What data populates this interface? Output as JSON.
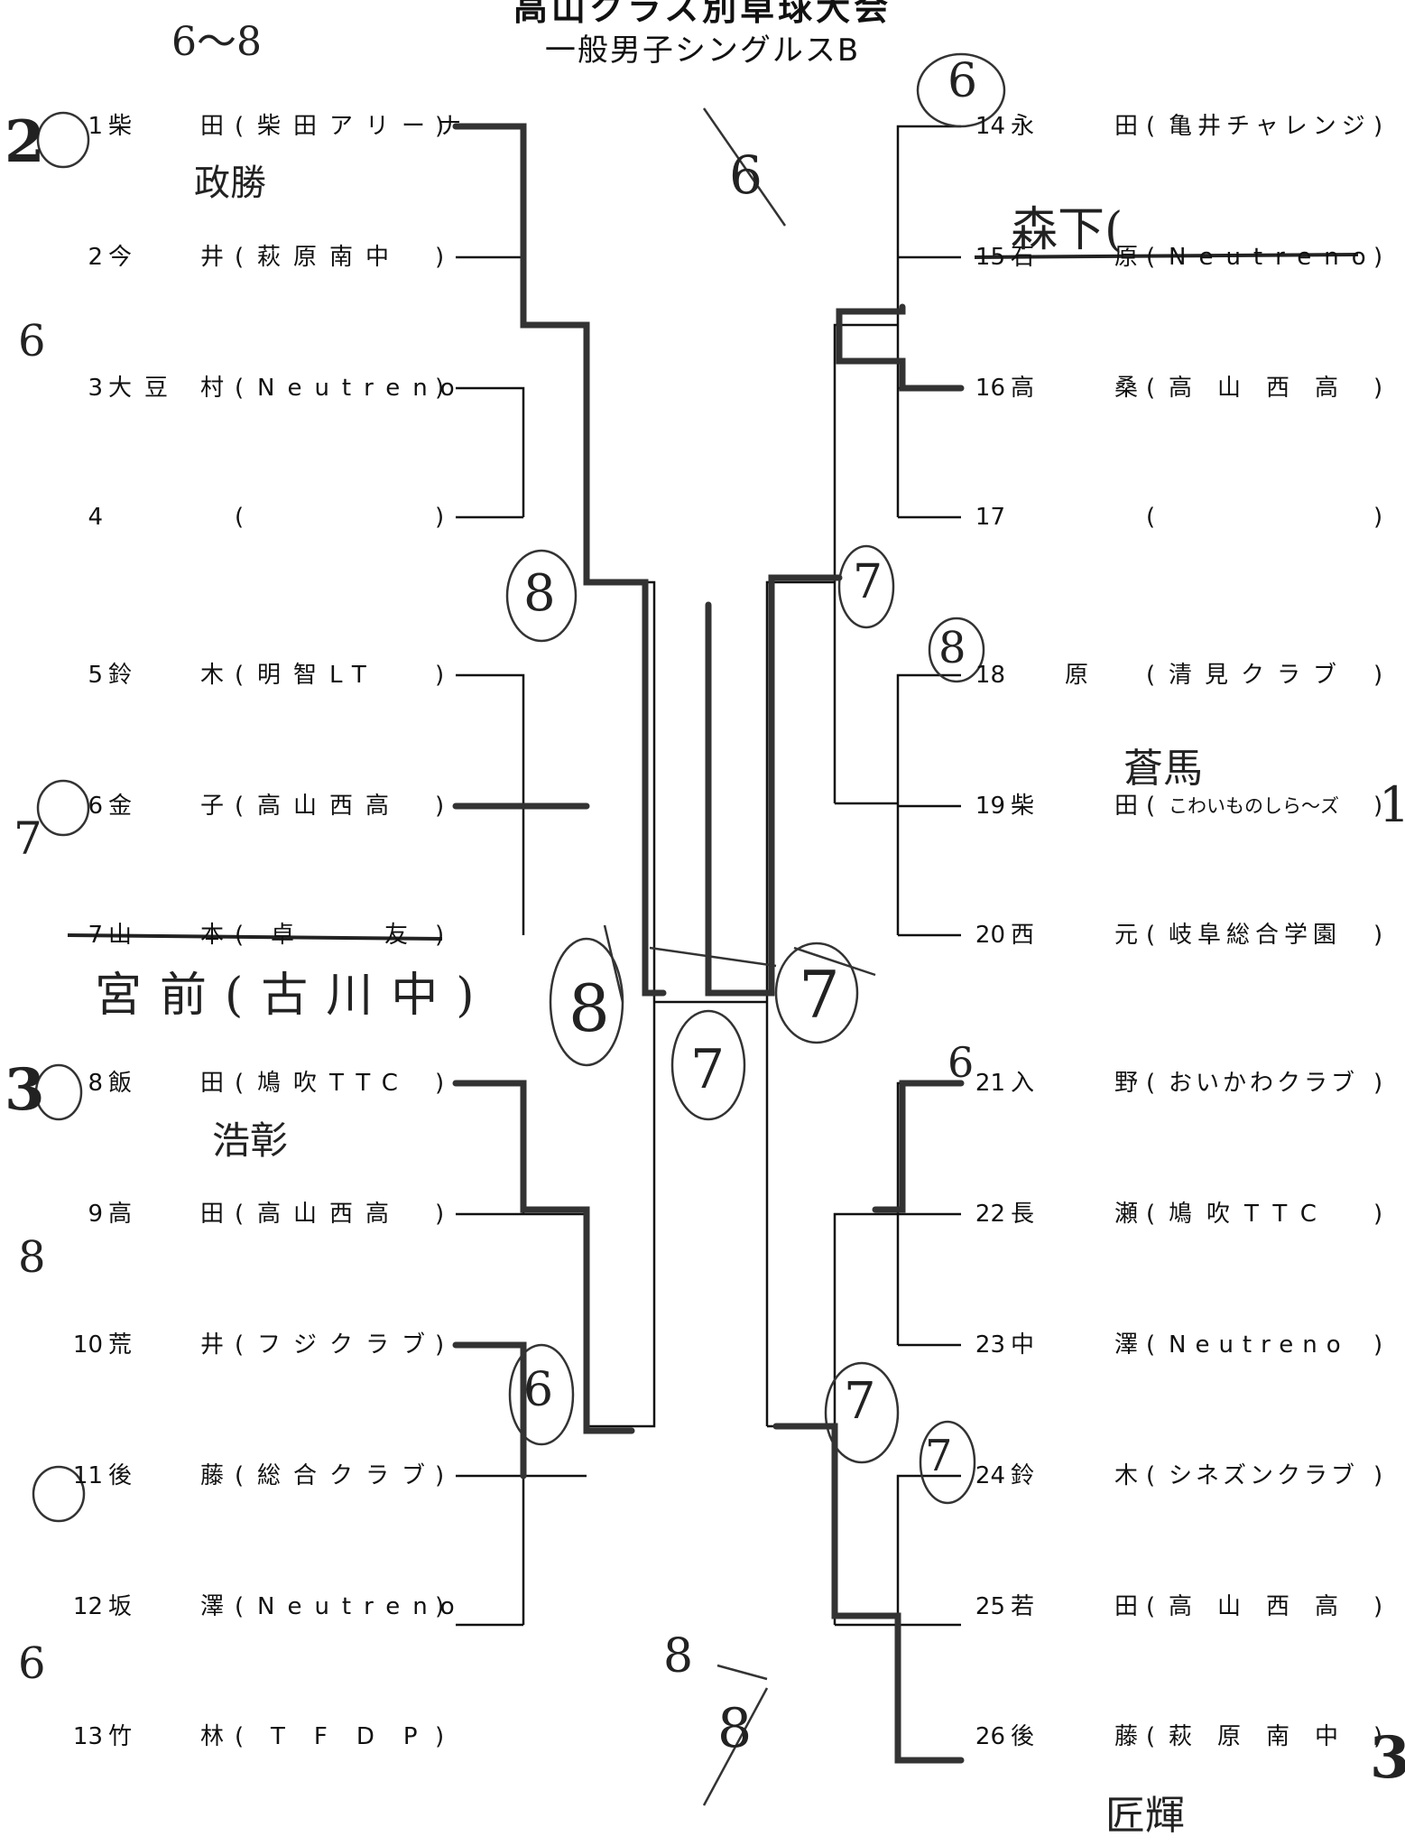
{
  "header": {
    "title": "高山クラス別卓球大会",
    "subtitle": "一般男子シングルスB"
  },
  "left_entries": [
    {
      "no": "1",
      "surname": "柴",
      "given": "田",
      "team": "柴田アリーナ"
    },
    {
      "no": "2",
      "surname": "今",
      "given": "井",
      "team": "萩原南中"
    },
    {
      "no": "3",
      "surname": "大豆",
      "given": "村",
      "team": "Neutreno"
    },
    {
      "no": "4",
      "surname": "",
      "given": "",
      "team": ""
    },
    {
      "no": "5",
      "surname": "鈴",
      "given": "木",
      "team": "明智LT"
    },
    {
      "no": "6",
      "surname": "金",
      "given": "子",
      "team": "高山西高"
    },
    {
      "no": "7",
      "surname": "山",
      "given": "本",
      "team": "卓友"
    },
    {
      "no": "8",
      "surname": "飯",
      "given": "田",
      "team": "鳩吹TTC"
    },
    {
      "no": "9",
      "surname": "高",
      "given": "田",
      "team": "高山西高"
    },
    {
      "no": "10",
      "surname": "荒",
      "given": "井",
      "team": "フジクラブ"
    },
    {
      "no": "11",
      "surname": "後",
      "given": "藤",
      "team": "総合クラブ"
    },
    {
      "no": "12",
      "surname": "坂",
      "given": "澤",
      "team": "Neutreno"
    },
    {
      "no": "13",
      "surname": "竹",
      "given": "林",
      "team": "TFDP"
    }
  ],
  "right_entries": [
    {
      "no": "14",
      "surname": "永",
      "given": "田",
      "team": "亀井チャレンジ"
    },
    {
      "no": "15",
      "surname": "石",
      "given": "原",
      "team": "Neutreno"
    },
    {
      "no": "16",
      "surname": "高",
      "given": "桑",
      "team": "高山西高"
    },
    {
      "no": "17",
      "surname": "",
      "given": "",
      "team": ""
    },
    {
      "no": "18",
      "surname": "",
      "given": "原",
      "team": "清見クラブ"
    },
    {
      "no": "19",
      "surname": "柴",
      "given": "田",
      "team": "こわいものしら〜ズ"
    },
    {
      "no": "20",
      "surname": "西",
      "given": "元",
      "team": "岐阜総合学園"
    },
    {
      "no": "21",
      "surname": "入",
      "given": "野",
      "team": "おいかわクラブ"
    },
    {
      "no": "22",
      "surname": "長",
      "given": "瀬",
      "team": "鳩吹TTC"
    },
    {
      "no": "23",
      "surname": "中",
      "given": "澤",
      "team": "Neutreno"
    },
    {
      "no": "24",
      "surname": "鈴",
      "given": "木",
      "team": "シネズンクラブ"
    },
    {
      "no": "25",
      "surname": "若",
      "given": "田",
      "team": "高山西高"
    },
    {
      "no": "26",
      "surname": "後",
      "given": "藤",
      "team": "萩原南中"
    }
  ],
  "handwriting": {
    "top": "6〜8",
    "note_1": "政勝",
    "note_15": "森下(",
    "note_7": "宮前(古川中)",
    "note_8": "浩彰",
    "note_19": "蒼馬",
    "note_26": "匠輝",
    "rank_left_top": "2",
    "rank_left_mid": "3",
    "rank_right_bottom": "3",
    "scores": [
      "6",
      "8",
      "7",
      "8",
      "6",
      "8",
      "7",
      "7",
      "6",
      "7",
      "6",
      "8",
      "8",
      "8",
      "7",
      "6",
      "7",
      "1",
      "6"
    ]
  },
  "colors": {
    "ink": "#111111",
    "pencil": "#555555",
    "marker": "#333333"
  }
}
